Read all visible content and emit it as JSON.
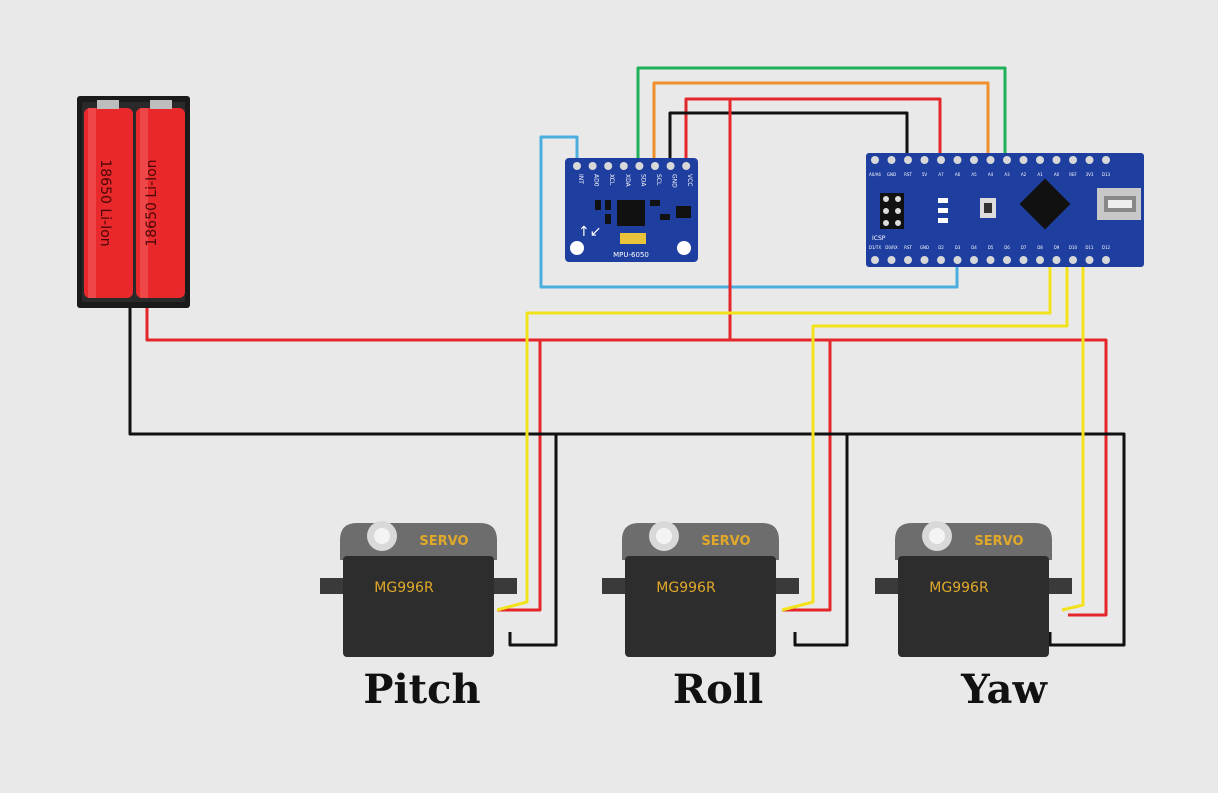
{
  "battery": {
    "cell_label": "18650 Li-Ion",
    "cell_color": "#e8282b",
    "case_color": "#1a1a1a"
  },
  "imu": {
    "model": "MPU-6050",
    "pins": [
      "INT",
      "AD0",
      "XCL",
      "XDA",
      "SDA",
      "SCL",
      "GND",
      "VCC"
    ],
    "board_color": "#1f3fa0"
  },
  "mcu": {
    "board_color": "#1f3fa0",
    "top_pins": [
      "A0/A6",
      "GND",
      "RST",
      "5V",
      "A7",
      "A6",
      "A5",
      "A4",
      "A3",
      "A2",
      "A1",
      "A0",
      "REF",
      "3V3",
      "D13"
    ],
    "bottom_pins": [
      "D1/TX",
      "D0/RX",
      "RST",
      "GND",
      "D2",
      "D3",
      "D4",
      "D5",
      "D6",
      "D7",
      "D8",
      "D9",
      "D10",
      "D11",
      "D12"
    ],
    "icsp_label": "ICSP"
  },
  "servos": [
    {
      "brand": "SERVO",
      "model": "MG996R",
      "caption": "Pitch"
    },
    {
      "brand": "SERVO",
      "model": "MG996R",
      "caption": "Roll"
    },
    {
      "brand": "SERVO",
      "model": "MG996R",
      "caption": "Yaw"
    }
  ],
  "wire_colors": {
    "power": "#e3262a",
    "ground": "#111111",
    "signal": "#f2e21c",
    "sda": "#20b05a",
    "scl": "#f0902a",
    "int": "#4aaee0"
  }
}
